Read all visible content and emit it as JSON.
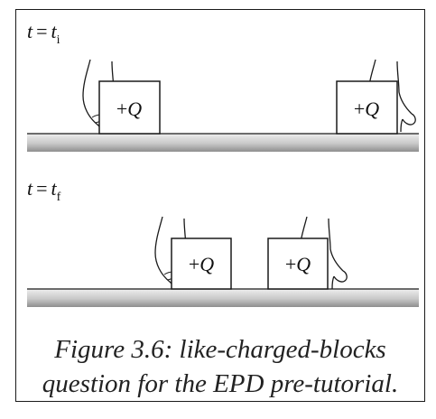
{
  "panels": [
    {
      "time_label": {
        "var": "t",
        "eq": "=",
        "sym": "t",
        "sub": "i"
      },
      "blocks": [
        {
          "label_sign": "+",
          "label_var": "Q"
        },
        {
          "label_sign": "+",
          "label_var": "Q"
        }
      ]
    },
    {
      "time_label": {
        "var": "t",
        "eq": "=",
        "sym": "t",
        "sub": "f"
      },
      "blocks": [
        {
          "label_sign": "+",
          "label_var": "Q"
        },
        {
          "label_sign": "+",
          "label_var": "Q"
        }
      ]
    }
  ],
  "caption": {
    "line1": "Figure 3.6: like-charged-blocks",
    "line2": "question for the EPD pre-tutorial."
  },
  "colors": {
    "ink": "#1a1a1a",
    "table_light": "#e6e6e6",
    "table_dark": "#9a9a9a"
  }
}
